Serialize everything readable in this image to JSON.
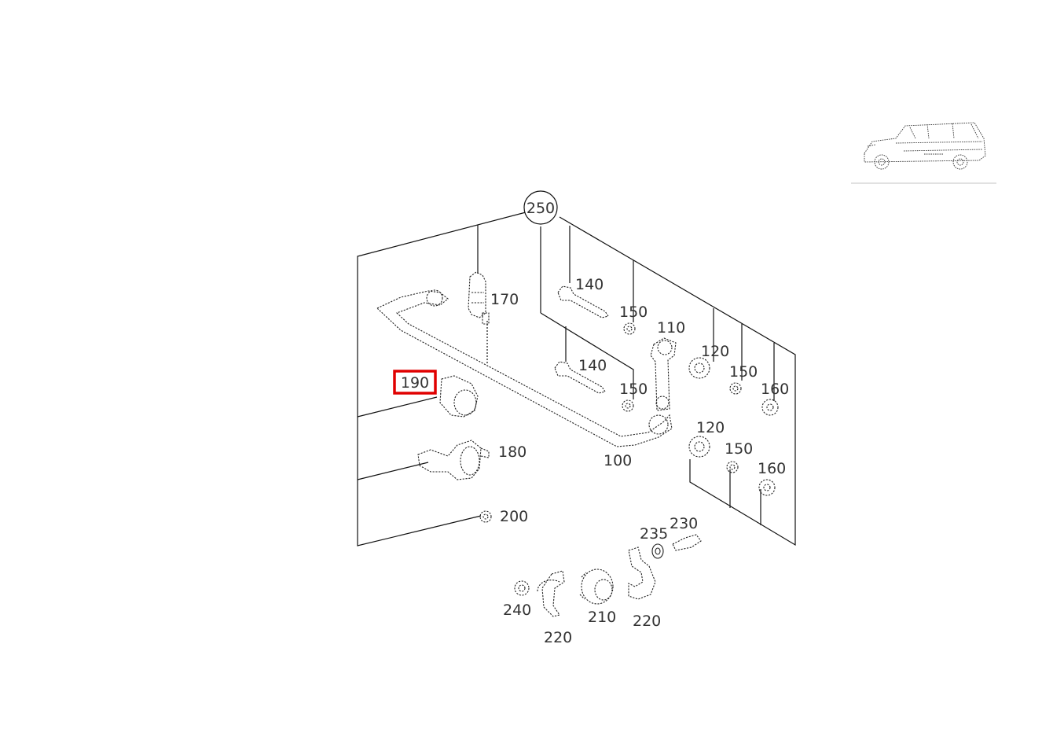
{
  "diagram": {
    "group_callout": "250",
    "highlighted_part": "190",
    "part_labels": {
      "p100": "100",
      "p110": "110",
      "p120a": "120",
      "p120b": "120",
      "p140a": "140",
      "p140b": "140",
      "p150a": "150",
      "p150b": "150",
      "p150c": "150",
      "p150d": "150",
      "p160a": "160",
      "p160b": "160",
      "p170": "170",
      "p180": "180",
      "p190": "190",
      "p200": "200",
      "p210": "210",
      "p220a": "220",
      "p220b": "220",
      "p230": "230",
      "p235": "235",
      "p240": "240"
    },
    "colors": {
      "highlight": "#e00000",
      "line": "#111111"
    },
    "thumbnail": "vehicle-thumbnail"
  }
}
